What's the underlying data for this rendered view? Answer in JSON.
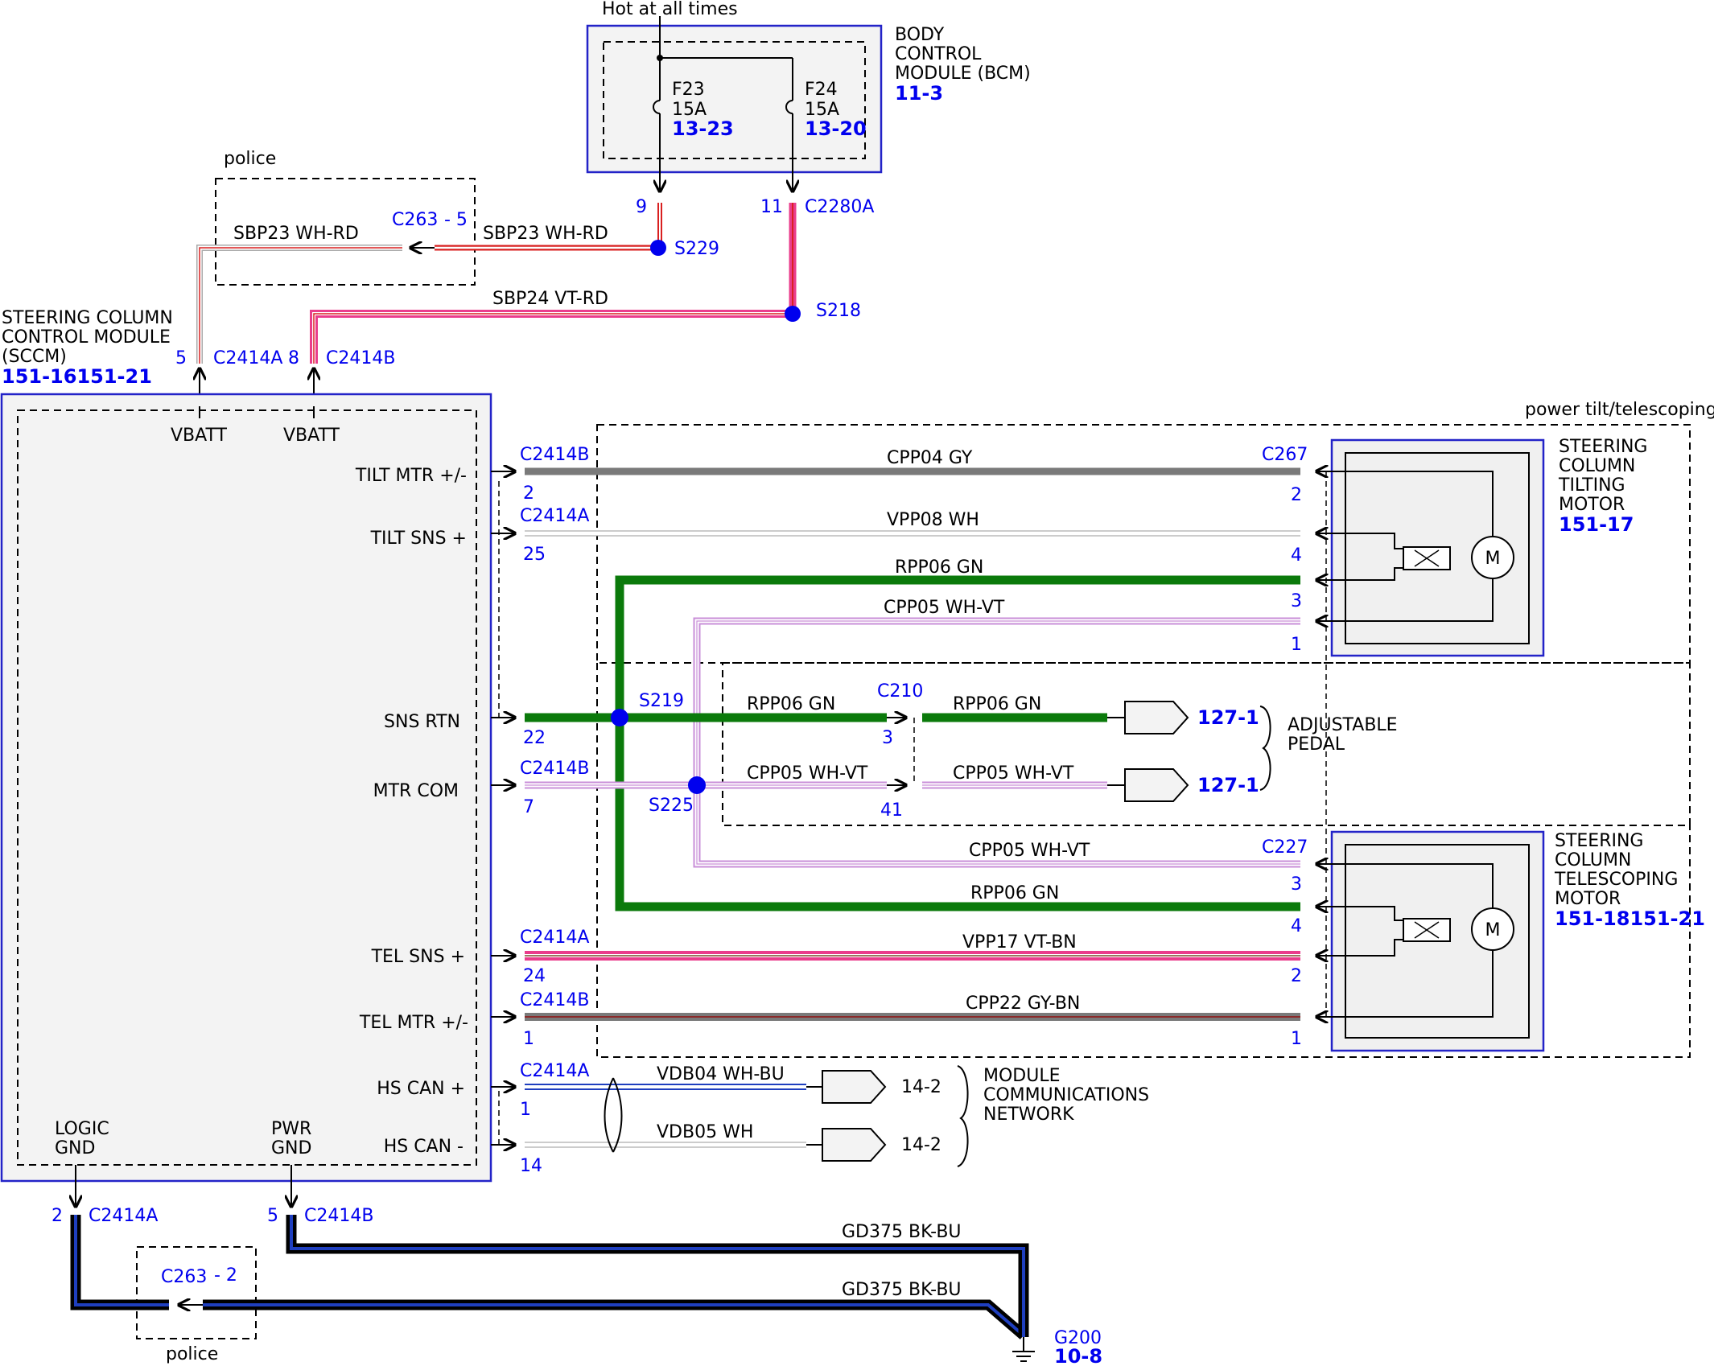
{
  "colors": {
    "module_border": "#2323c8",
    "connector_blue": "#0000ee",
    "splice": "#0000ee",
    "green": "#0b7a0b",
    "pink": "#ea3d8c",
    "red": "#d92020",
    "gray": "#7a7a7a",
    "violet": "#c98fd8",
    "blue": "#1f3fbf",
    "black": "#000000"
  },
  "labels": {
    "hot": "Hot at all times",
    "police_top": "police",
    "police_bottom": "police",
    "power_tilt_group": "power tilt/telescoping"
  },
  "bcm": {
    "line1": "BODY",
    "line2": "CONTROL",
    "line3": "MODULE (BCM)",
    "ref": "11-3",
    "fuse1": {
      "name": "F23",
      "rating": "15A",
      "ref": "13-23"
    },
    "fuse2": {
      "name": "F24",
      "rating": "15A",
      "ref": "13-20"
    },
    "pin1": "9",
    "pin2": "11",
    "connector": "C2280A"
  },
  "sccm": {
    "line1": "STEERING COLUMN",
    "line2": "CONTROL MODULE",
    "line3": "(SCCM)",
    "ref": "151-16151-21",
    "vbatt1": "VBATT",
    "vbatt2": "VBATT",
    "logic_gnd1": "LOGIC",
    "logic_gnd2": "GND",
    "pwr_gnd1": "PWR",
    "pwr_gnd2": "GND",
    "pins": {
      "tilt_mtr": "TILT MTR +/-",
      "tilt_sns": "TILT SNS +",
      "sns_rtn": "SNS RTN",
      "mtr_com": "MTR COM",
      "tel_sns": "TEL SNS +",
      "tel_mtr": "TEL MTR +/-",
      "hs_can_p": "HS CAN +",
      "hs_can_m": "HS CAN -"
    }
  },
  "top_connectors": {
    "pin_a": "5",
    "conn_a": "C2414A",
    "pin_b": "8",
    "conn_b": "C2414B"
  },
  "c263_top": {
    "name": "C263",
    "pin": "- 5"
  },
  "c263_bottom": {
    "name": "C263",
    "pin": "- 2"
  },
  "splices": {
    "s229": "S229",
    "s218": "S218",
    "s219": "S219",
    "s225": "S225"
  },
  "wires": {
    "sbp23_left": "SBP23   WH-RD",
    "sbp23_right": "SBP23   WH-RD",
    "sbp24": "SBP24   VT-RD",
    "cpp04": "CPP04     GY",
    "vpp08": "VPP08     WH",
    "rpp06_a": "RPP06     GN",
    "cpp05_a": "CPP05     WH-VT",
    "rpp06_b": "RPP06   GN",
    "rpp06_c": "RPP06       GN",
    "cpp05_b": "CPP05   WH-VT",
    "cpp05_c": "CPP05       WH-VT",
    "cpp05_d": "CPP05     WH-VT",
    "rpp06_d": "RPP06     GN",
    "vpp17": "VPP17     VT-BN",
    "cpp22": "CPP22     GY-BN",
    "vdb04": "VDB04     WH-BU",
    "vdb05": "VDB05     WH",
    "gd375_a": "GD375   BK-BU",
    "gd375_b": "GD375   BK-BU"
  },
  "sccm_connectors": {
    "tilt_mtr": {
      "conn": "C2414B",
      "pin": "2"
    },
    "tilt_sns": {
      "conn": "C2414A",
      "pin": "25"
    },
    "sns_rtn": {
      "pin": "22"
    },
    "mtr_com": {
      "conn": "C2414B",
      "pin": "7"
    },
    "tel_sns": {
      "conn": "C2414A",
      "pin": "24"
    },
    "tel_mtr": {
      "conn": "C2414B",
      "pin": "1"
    },
    "hs_can_p": {
      "conn": "C2414A",
      "pin": "1"
    },
    "hs_can_m": {
      "pin": "14"
    },
    "logic_gnd": {
      "pin": "2",
      "conn": "C2414A"
    },
    "pwr_gnd": {
      "pin": "5",
      "conn": "C2414B"
    }
  },
  "tilt_motor": {
    "line1": "STEERING",
    "line2": "COLUMN",
    "line3": "TILTING",
    "line4": "MOTOR",
    "ref": "151-17",
    "connector": "C267",
    "pin_a": "2",
    "pin_b": "4",
    "pin_c": "3",
    "pin_d": "1",
    "motor": "M"
  },
  "tel_motor": {
    "line1": "STEERING",
    "line2": "COLUMN",
    "line3": "TELESCOPING",
    "line4": "MOTOR",
    "ref": "151-18151-21",
    "connector": "C227",
    "pin_a": "3",
    "pin_b": "4",
    "pin_c": "2",
    "pin_d": "1",
    "motor": "M"
  },
  "c210": {
    "name": "C210",
    "pin_a": "3",
    "pin_b": "41"
  },
  "pedal": {
    "line1": "ADJUSTABLE",
    "line2": "PEDAL",
    "ref1": "127-1",
    "ref2": "127-1"
  },
  "network": {
    "line1": "MODULE",
    "line2": "COMMUNICATIONS",
    "line3": "NETWORK",
    "ref1": "14-2",
    "ref2": "14-2"
  },
  "ground": {
    "name": "G200",
    "ref": "10-8"
  }
}
